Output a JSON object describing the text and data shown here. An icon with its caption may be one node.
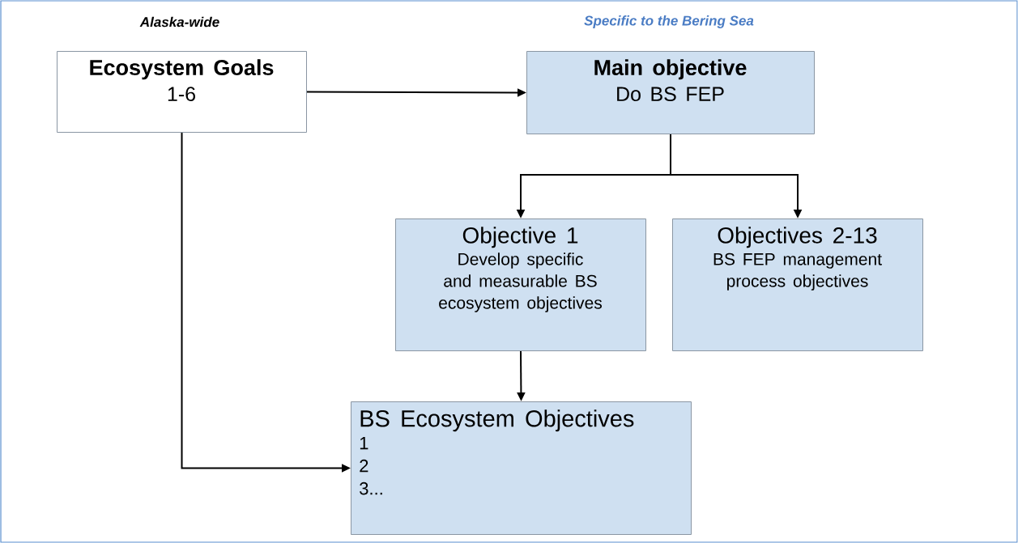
{
  "diagram": {
    "nodes": [
      {
        "text": [
          "Ecosystem  Goals",
          "1-6"
        ]
      },
      {
        "text": [
          "Main objective",
          "Do BS FEP"
        ]
      },
      {
        "text": [
          "Objective 1",
          "Develop specific and measurable BS ecosystem objectives"
        ]
      },
      {
        "text": [
          "Objectives 2-13",
          "BS FEP management process objectives"
        ]
      },
      {
        "text": [
          "BS Ecosystem Objectives",
          "1",
          "2",
          "3..."
        ]
      }
    ],
    "edges": [
      {
        "from": 0,
        "to": 1,
        "arrow": "to"
      },
      {
        "from": 1,
        "to": 2,
        "arrow": "to"
      },
      {
        "from": 1,
        "to": 3,
        "arrow": "to"
      },
      {
        "from": 2,
        "to": 4,
        "arrow": "to"
      },
      {
        "from": 0,
        "to": 4,
        "arrow": "to"
      }
    ],
    "labels": [
      "Alaska-wide",
      "Specific to the Bering Sea"
    ]
  }
}
